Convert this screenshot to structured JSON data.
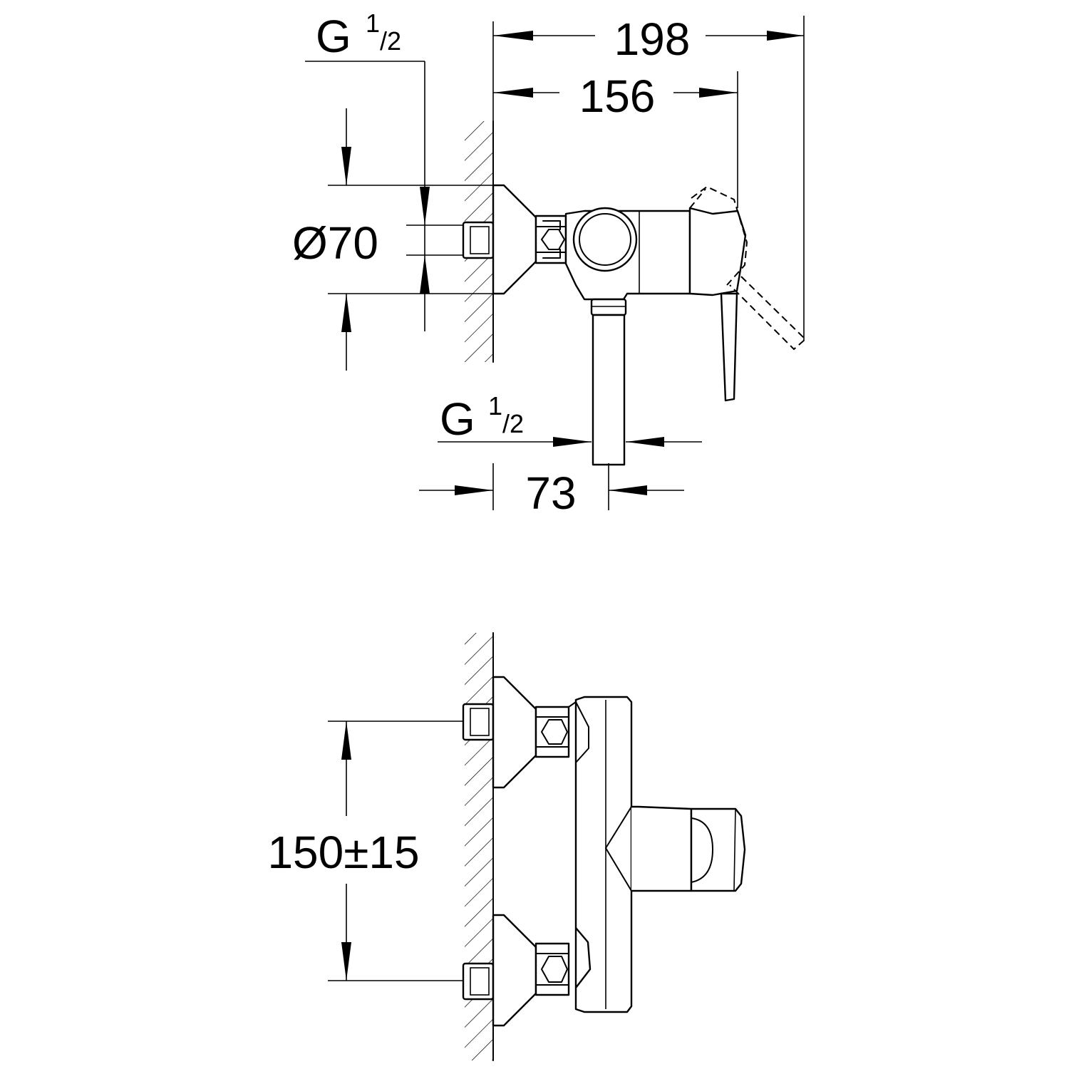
{
  "top_view": {
    "thread_top": {
      "g": "G",
      "num": "1",
      "den": "/2"
    },
    "dim_198": "198",
    "dim_156": "156",
    "dim_dia70": "Ø70",
    "thread_bottom": {
      "g": "G",
      "num": "1",
      "den": "/2"
    },
    "dim_73": "73"
  },
  "front_view": {
    "dim_spacing": "150±15"
  }
}
